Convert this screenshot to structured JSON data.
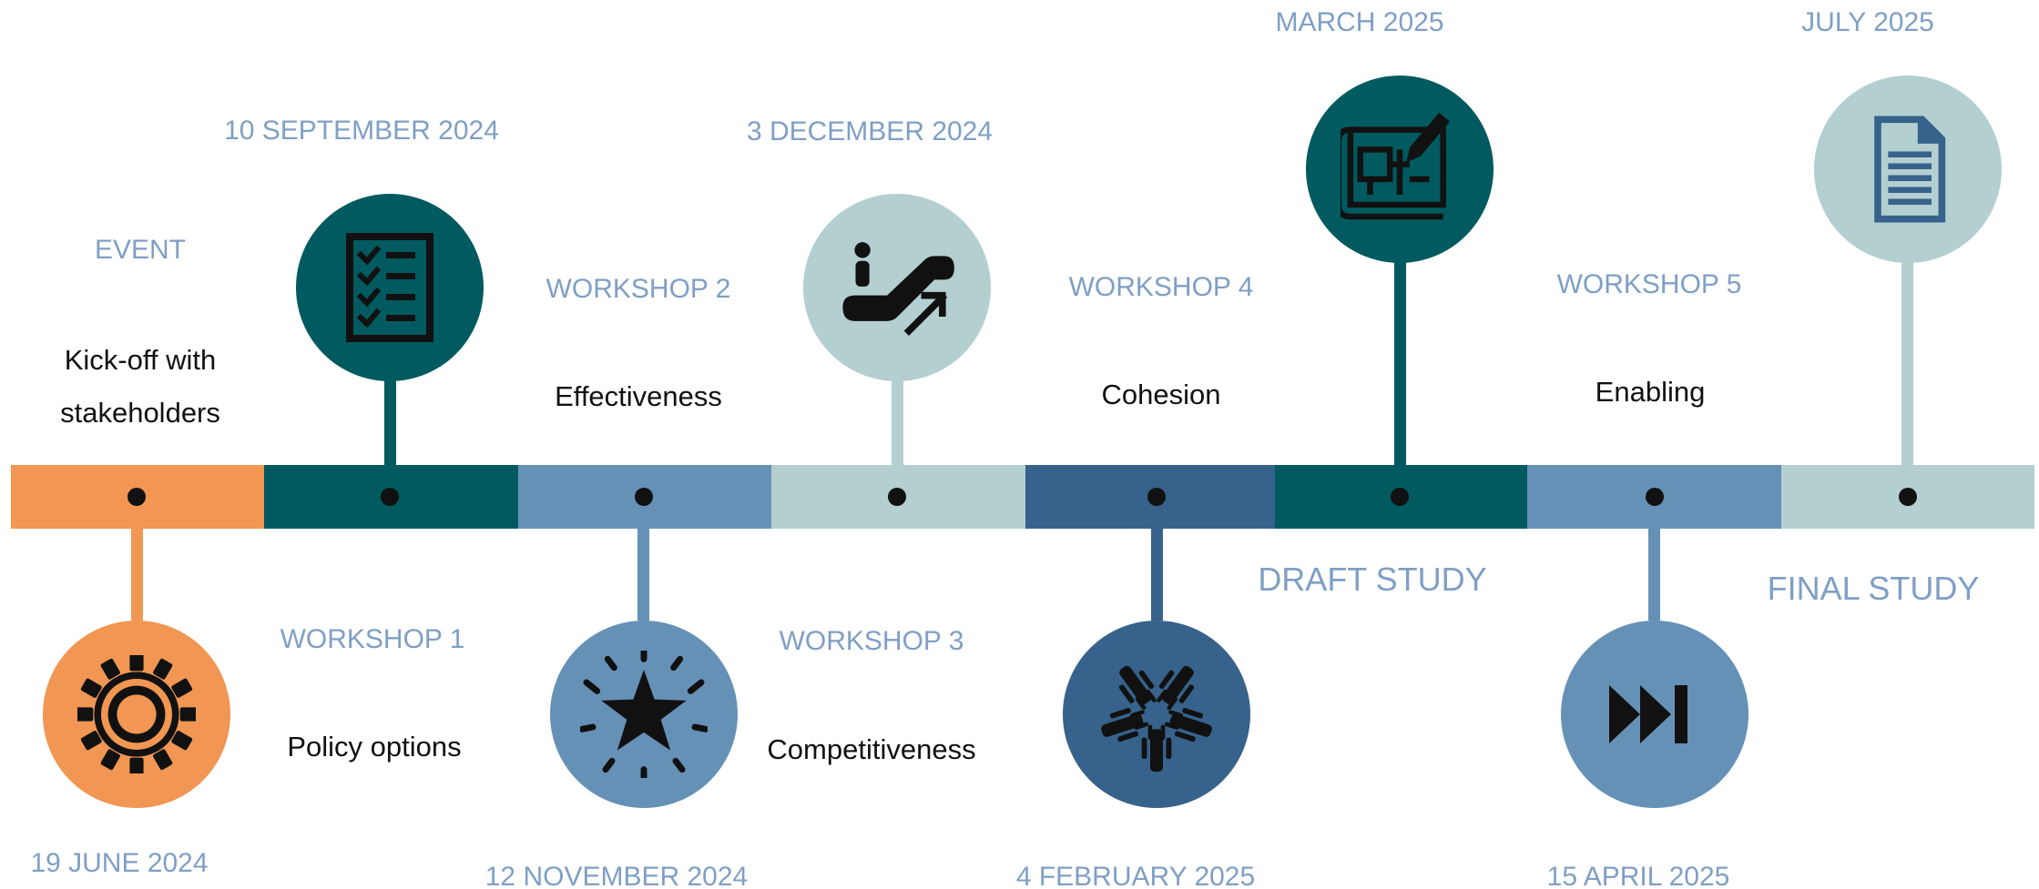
{
  "colors": {
    "orange": "#f19653",
    "teal": "#005a5f",
    "mid_blue": "#6691b7",
    "light_teal": "#b3cfcf",
    "navy": "#36628b",
    "label_blue": "#7f9fc4",
    "text_dark": "#111111"
  },
  "milestones": [
    {
      "date": "19 JUNE 2024",
      "category": "EVENT",
      "title_lines": [
        "Kick-off with",
        "stakeholders"
      ],
      "icon": "gear-icon",
      "color": "orange"
    },
    {
      "date": "10 SEPTEMBER 2024",
      "category": "WORKSHOP 1",
      "title_lines": [
        "Policy options"
      ],
      "icon": "checklist-icon",
      "color": "teal"
    },
    {
      "date": "12 NOVEMBER 2024",
      "category": "WORKSHOP 2",
      "title_lines": [
        "Effectiveness"
      ],
      "icon": "star-burst-icon",
      "color": "mid_blue"
    },
    {
      "date": "3 DECEMBER 2024",
      "category": "WORKSHOP 3",
      "title_lines": [
        "Competitiveness"
      ],
      "icon": "escalator-icon",
      "color": "light_teal"
    },
    {
      "date": "4 FEBRUARY 2025",
      "category": "WORKSHOP 4",
      "title_lines": [
        "Cohesion"
      ],
      "icon": "hands-circle-icon",
      "color": "navy"
    },
    {
      "date": "MARCH 2025",
      "category": "DRAFT STUDY",
      "title_lines": [],
      "icon": "blueprint-icon",
      "color": "teal"
    },
    {
      "date": "15 APRIL 2025",
      "category": "WORKSHOP 5",
      "title_lines": [
        "Enabling"
      ],
      "icon": "fast-forward-icon",
      "color": "mid_blue"
    },
    {
      "date": "JULY 2025",
      "category": "FINAL STUDY",
      "title_lines": [],
      "icon": "document-icon",
      "color": "light_teal"
    }
  ]
}
